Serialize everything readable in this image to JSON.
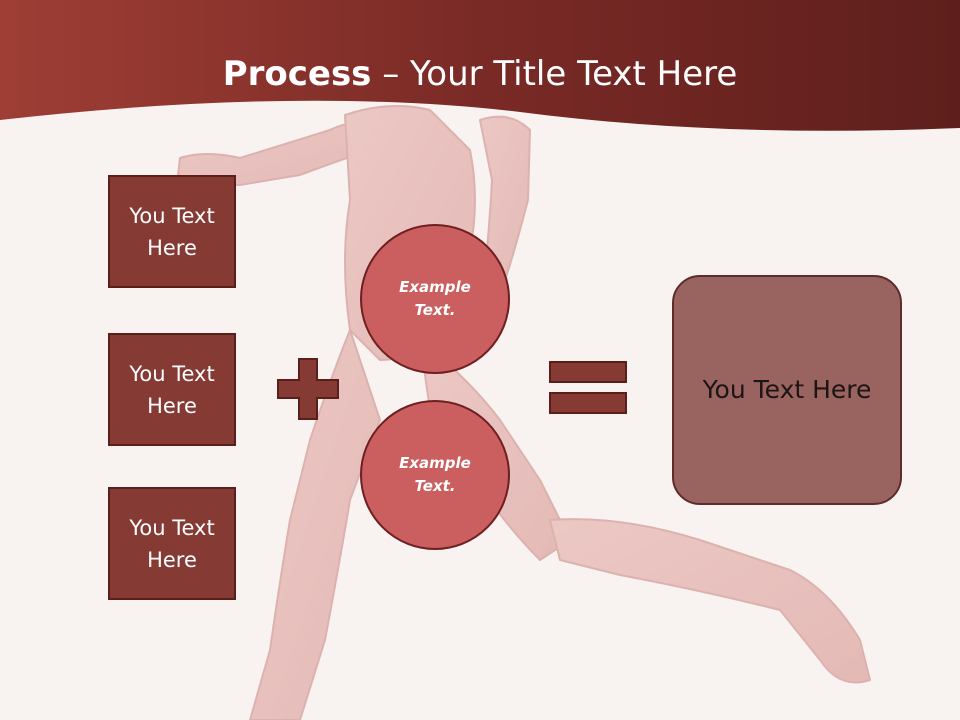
{
  "title": {
    "strong": "Process",
    "rest": " – Your Title Text Here"
  },
  "left_boxes": [
    {
      "label": "You Text Here"
    },
    {
      "label": "You Text Here"
    },
    {
      "label": "You Text Here"
    }
  ],
  "circles": [
    {
      "label": "Example Text."
    },
    {
      "label": "Example Text."
    }
  ],
  "result": {
    "label": "You Text Here"
  },
  "colors": {
    "header": "#7a2a26",
    "box": "#853a34",
    "circle": "#cb5e5f",
    "operator": "#853a34",
    "result": "#996360",
    "background": "#f8f2f1"
  },
  "icons": {
    "plus": "plus-icon",
    "equals": "equals-icon",
    "figure": "running-muscle-figure"
  }
}
